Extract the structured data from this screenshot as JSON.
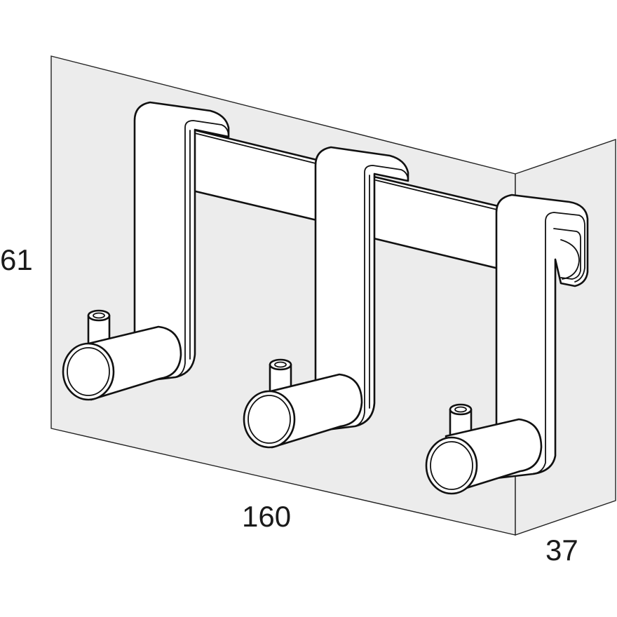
{
  "dimensions": {
    "height": "61",
    "width": "160",
    "depth": "37"
  },
  "colors": {
    "background": "#ffffff",
    "bounding_box_fill": "#ececec",
    "line": "#111111"
  }
}
